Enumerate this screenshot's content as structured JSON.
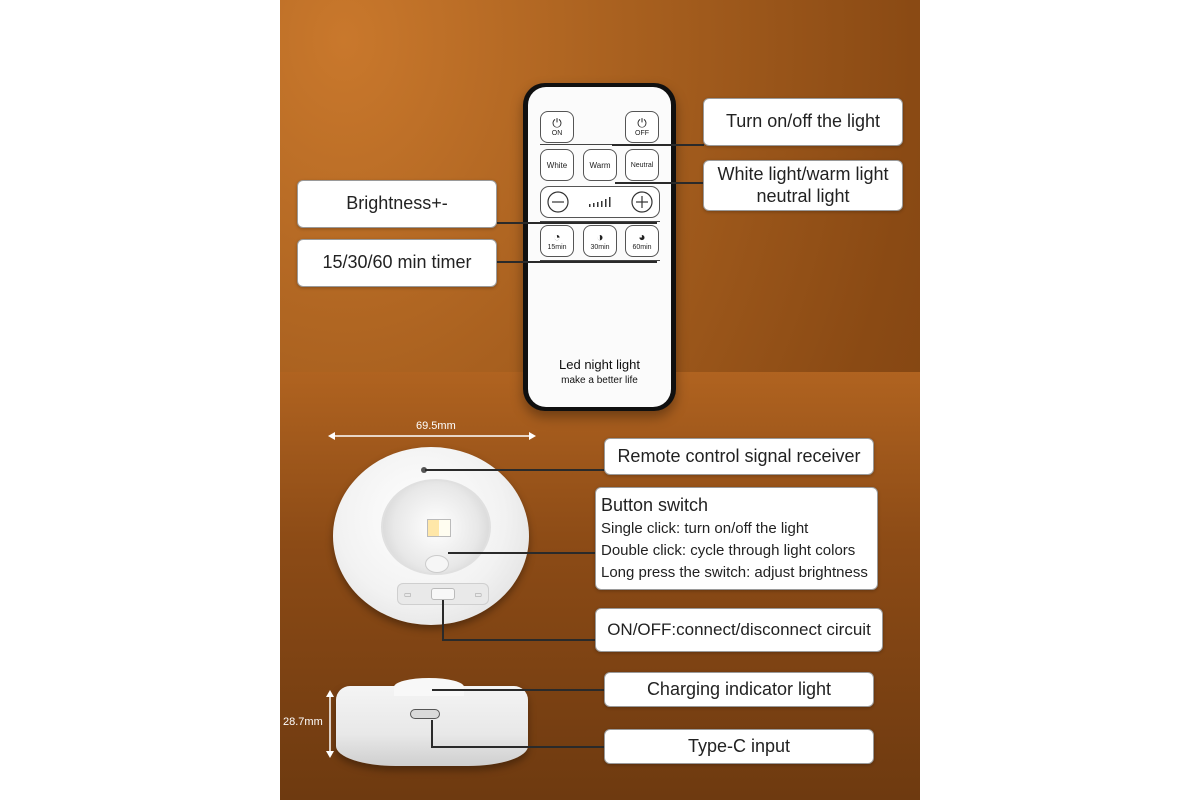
{
  "callouts": {
    "turn_onoff": "Turn on/off the light",
    "color_line1": "White light/warm light",
    "color_line2": "neutral light",
    "brightness": "Brightness+-",
    "timer": "15/30/60 min timer",
    "receiver": "Remote control signal receiver",
    "button_switch_title": "Button switch",
    "single_click": "Single click: turn on/off the light",
    "double_click": "Double click: cycle through light colors",
    "long_press": "Long press the switch: adjust brightness",
    "onoff_circuit": "ON/OFF:connect/disconnect circuit",
    "charging": "Charging indicator light",
    "typec": "Type-C input"
  },
  "remote": {
    "on_label": "ON",
    "off_label": "OFF",
    "white": "White",
    "warm": "Warm",
    "neutral": "Neutral",
    "t15": "15min",
    "t30": "30min",
    "t60": "60min",
    "brand_line1": "Led night light",
    "brand_line2": "make a better life"
  },
  "dimensions": {
    "width": "69.5mm",
    "height": "28.7mm"
  },
  "colors": {
    "background_warm": "#a8601f",
    "callout_bg": "#ffffff",
    "remote_body": "#101010"
  },
  "icons": {
    "power": "power-icon",
    "minus": "minus-circle-icon",
    "plus": "plus-circle-icon",
    "level": "brightness-level-icon",
    "timer": "timer-icon"
  }
}
